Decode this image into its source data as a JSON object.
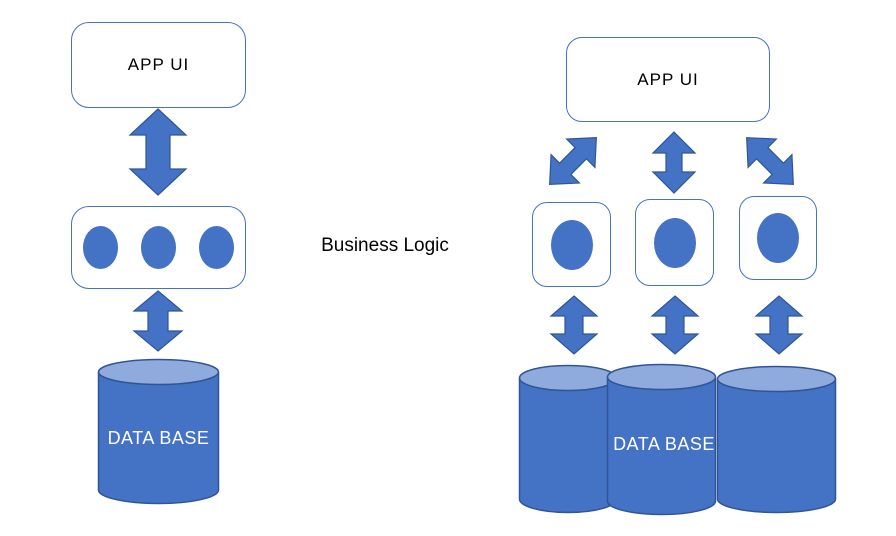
{
  "colors": {
    "shape_fill": "#4472C4",
    "shape_border": "#2F5597",
    "cylinder_top": "#8FAADC",
    "box_border": "#4472C4",
    "label_text": "#000000",
    "db_label_text": "#FFFFFF"
  },
  "left_diagram": {
    "app_ui_label": "APP UI",
    "database_label": "DATA BASE"
  },
  "center": {
    "label": "Business Logic"
  },
  "right_diagram": {
    "app_ui_label": "APP UI",
    "database_label": "DATA BASE"
  }
}
